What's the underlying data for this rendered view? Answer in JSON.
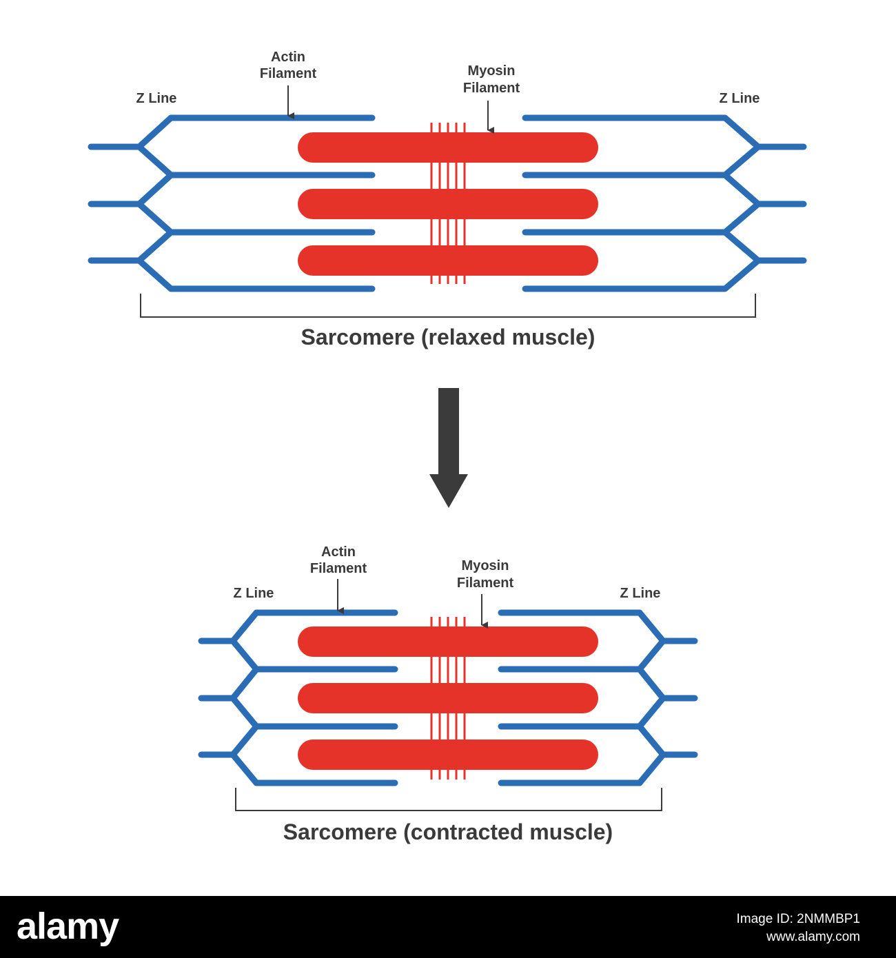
{
  "relaxed": {
    "z_line_left": "Z Line",
    "z_line_right": "Z Line",
    "actin_line1": "Actin",
    "actin_line2": "Filament",
    "myosin_line1": "Myosin",
    "myosin_line2": "Filament",
    "caption": "Sarcomere (relaxed muscle)"
  },
  "contracted": {
    "z_line_left": "Z Line",
    "z_line_right": "Z Line",
    "actin_line1": "Actin",
    "actin_line2": "Filament",
    "myosin_line1": "Myosin",
    "myosin_line2": "Filament",
    "caption": "Sarcomere (contracted muscle)"
  },
  "colors": {
    "actin": "#2a6db5",
    "myosin": "#e5332a",
    "text": "#3a3a3a",
    "arrow": "#3b3b3b"
  },
  "footer": {
    "brand": "alamy",
    "image_id": "Image ID: 2NMMBP1",
    "site": "www.alamy.com"
  }
}
